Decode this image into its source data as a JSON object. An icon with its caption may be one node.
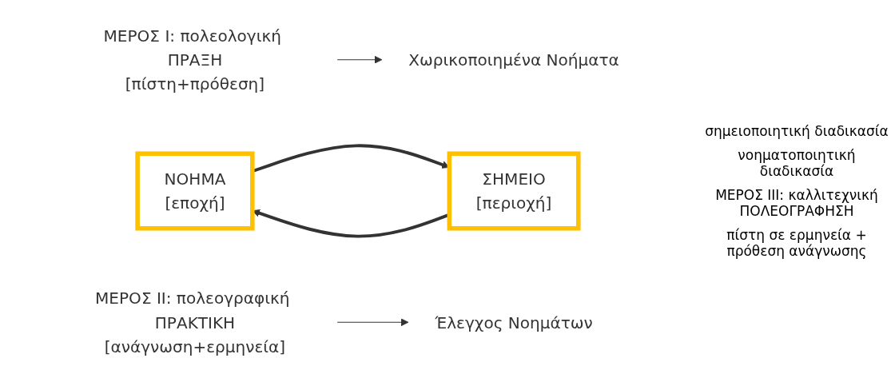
{
  "diagram": {
    "nodes": [
      {
        "text": [
          "ΜΕΡΟΣ I: πολεολογική ΠΡΑΞΗ",
          "[πίστη+πρόθεση]"
        ]
      },
      {
        "text": [
          "Χωρικοποιημένα Νοήματα"
        ]
      },
      {
        "text": [
          "ΝΟΗΜΑ",
          "[εποχή]"
        ]
      },
      {
        "text": [
          "ΣΗΜΕΙΟ",
          "[περιοχή]"
        ]
      },
      {
        "text": [
          "ΜΕΡΟΣ II: πολεογραφική ΠΡΑΚΤΙΚΗ",
          "[ανάγνωση+ερμηνεία]"
        ]
      },
      {
        "text": [
          "Έλεγχος Νοημάτων"
        ]
      }
    ],
    "edges": [
      {
        "from": 0,
        "to": 1,
        "arrow": "to"
      },
      {
        "from": 2,
        "to": 3,
        "arrow": "to",
        "style": "thick"
      },
      {
        "from": 3,
        "to": 2,
        "arrow": "to",
        "style": "thick"
      },
      {
        "from": 4,
        "to": 5,
        "arrow": "to"
      }
    ],
    "labels": [
      "σημειοποιητική διαδικασία",
      "νοηματοποιητική διαδικασία",
      "ΜΕΡΟΣ III: καλλιτεχνική ΠΟΛΕΟΓΡΑΦΗΣΗ",
      "πίστη σε ερμηνεία + πρόθεση ανάγνωσης"
    ]
  }
}
